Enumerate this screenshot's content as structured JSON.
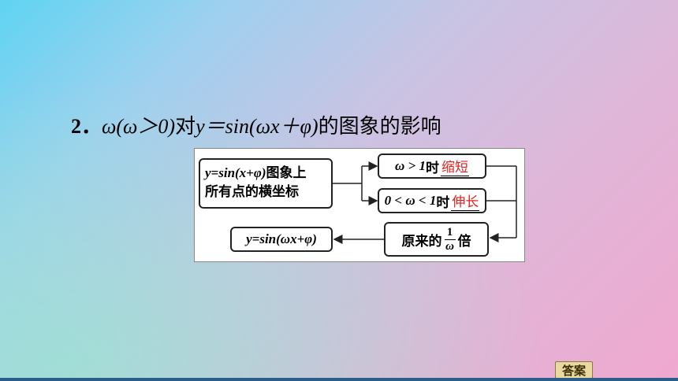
{
  "heading": {
    "number": "2．",
    "prefix": "ω(ω＞0)",
    "middle": "对",
    "function": "y＝sin(ωx＋φ)",
    "suffix": "的图象的影响"
  },
  "diagram": {
    "source": {
      "line1_math": "y=sin(x+φ)",
      "line1_text": "图象上",
      "line2_text": "所有点的横坐标"
    },
    "case_gt": {
      "condition": "ω > 1",
      "time_word": "时",
      "answer": "缩短"
    },
    "case_lt": {
      "condition": "0 < ω < 1",
      "time_word": "时",
      "answer": "伸长"
    },
    "scale": {
      "prefix": "原来的",
      "numerator": "1",
      "denominator": "ω",
      "suffix": "倍"
    },
    "result": {
      "math": "y=sin(ωx+φ)"
    }
  },
  "answer_button": {
    "label": "答案"
  }
}
